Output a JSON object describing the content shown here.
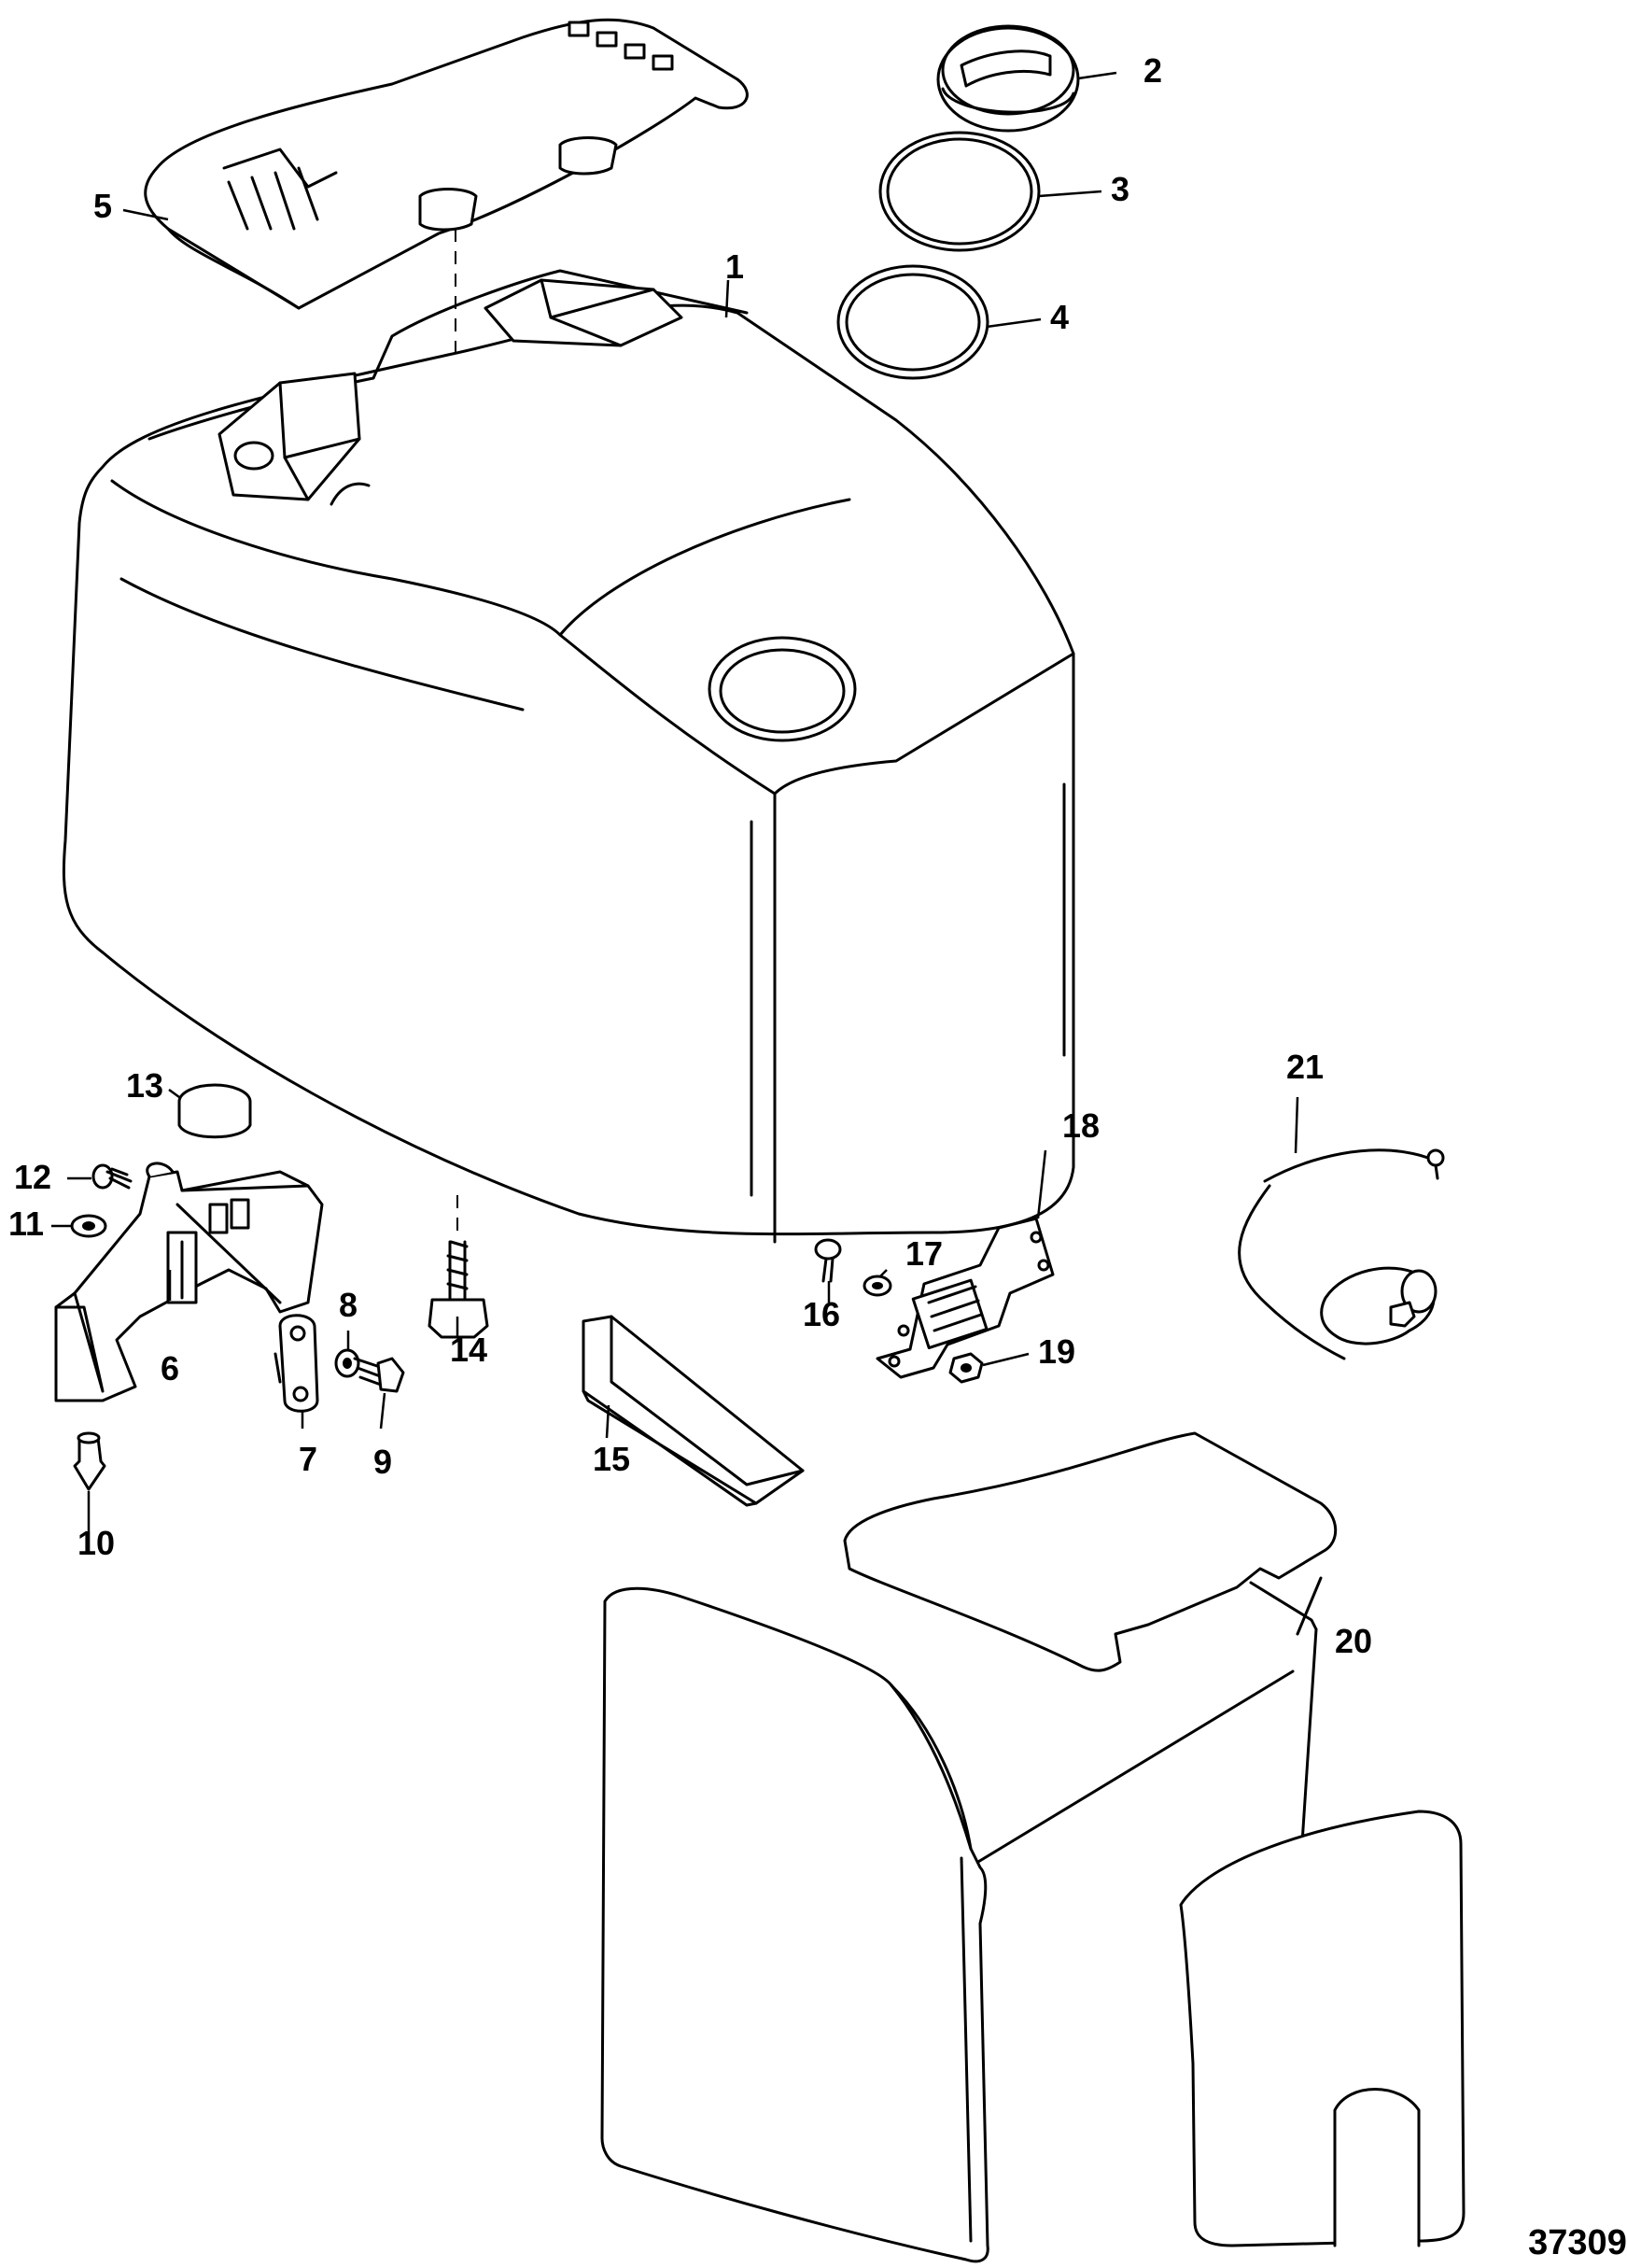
{
  "figure_id": "37309",
  "callouts": [
    {
      "num": "1"
    },
    {
      "num": "2"
    },
    {
      "num": "3"
    },
    {
      "num": "4"
    },
    {
      "num": "5"
    },
    {
      "num": "6"
    },
    {
      "num": "7"
    },
    {
      "num": "8"
    },
    {
      "num": "9"
    },
    {
      "num": "10"
    },
    {
      "num": "11"
    },
    {
      "num": "12"
    },
    {
      "num": "13"
    },
    {
      "num": "14"
    },
    {
      "num": "15"
    },
    {
      "num": "16"
    },
    {
      "num": "17"
    },
    {
      "num": "18"
    },
    {
      "num": "19"
    },
    {
      "num": "20"
    },
    {
      "num": "21"
    }
  ]
}
